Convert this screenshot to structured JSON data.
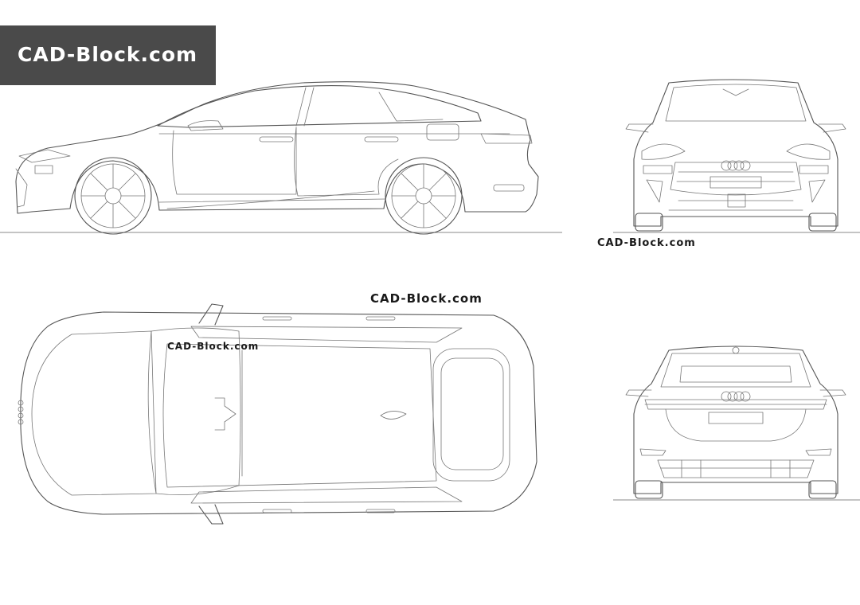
{
  "brand": {
    "logo_text": "CAD-Block.com",
    "watermark_front": "CAD-Block.com",
    "watermark_top": "CAD-Block.com",
    "watermark_top_inner": "CAD-Block.com"
  },
  "colors": {
    "logo_background": "#4a4a4a",
    "logo_text": "#ffffff",
    "line": "#555555",
    "background": "#ffffff"
  },
  "views": [
    "side",
    "front",
    "top",
    "rear"
  ]
}
